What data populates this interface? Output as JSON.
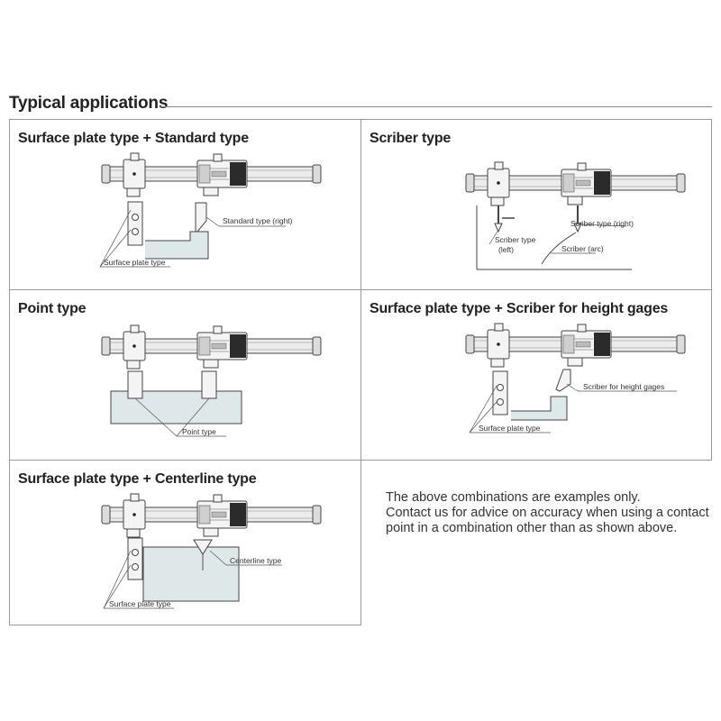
{
  "heading": "Typical applications",
  "panels": {
    "p1": {
      "title": "Surface plate type + Standard type",
      "labels": [
        "Standard type (right)",
        "Surface plate  type"
      ]
    },
    "p2": {
      "title": "Scriber type",
      "labels": [
        "Scriber type (right)",
        "Scriber type",
        "(left)",
        "Scriber (arc)"
      ]
    },
    "p3": {
      "title": "Point type",
      "labels": [
        "Point type"
      ]
    },
    "p4": {
      "title": "Surface plate type + Scriber for height gages",
      "labels": [
        "Scriber for height gages",
        "Surface plate type"
      ]
    },
    "p5": {
      "title": "Surface plate type + Centerline type",
      "labels": [
        "Centerline type",
        "Surface plate type"
      ]
    }
  },
  "note": {
    "lines": [
      "The above combinations are examples only.",
      "Contact us for advice on accuracy when using a contact",
      "point in a combination other than as shown above."
    ]
  }
}
